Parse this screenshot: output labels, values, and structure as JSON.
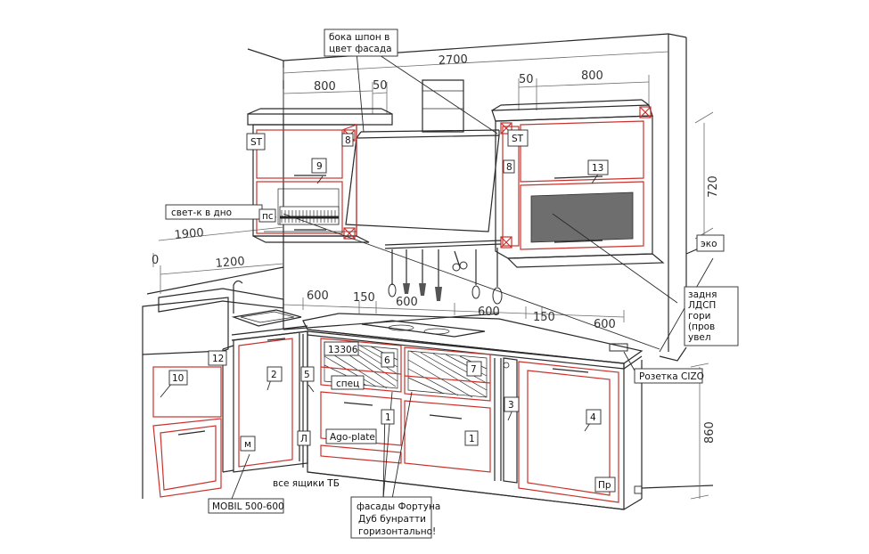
{
  "dimensions": {
    "total_width": "2700",
    "upper_left_width": "800",
    "upper_left_gap": "50",
    "upper_right_gap": "50",
    "upper_right_width": "800",
    "upper_height": "720",
    "left_run": "1900",
    "left_sub": "1200",
    "left_edge": "0",
    "counter_a": "600",
    "counter_b": "150",
    "counter_c": "600",
    "counter_d": "600",
    "counter_e": "150",
    "counter_f": "600",
    "base_height": "860"
  },
  "callouts": {
    "side_veneer": [
      "бока шпон в",
      "цвет фасада"
    ],
    "under_light": "свет-к в дно",
    "socket": "Розетка CIZO",
    "right_cut_1": "эко",
    "right_cut_2": [
      "задня",
      "ЛДСП",
      "гори",
      "(пров",
      "увел"
    ],
    "all_drawers": "все ящики ТБ",
    "mobil": "MOBIL 500-600",
    "facade": [
      "фасады Фортуна",
      "Дуб бунратти",
      "горизонтально!"
    ],
    "ago": "Ago-plate",
    "spec": "спец",
    "code": "13306"
  },
  "tags": {
    "st_left": "ST",
    "st_right": "ST",
    "n8_left": "8",
    "n8_right": "8",
    "n9": "9",
    "n13": "13",
    "ps": "пс",
    "n12": "12",
    "n10": "10",
    "n2": "2",
    "n5": "5",
    "m": "м",
    "l": "Л",
    "n6": "6",
    "n7": "7",
    "n1a": "1",
    "n1b": "1",
    "n3": "3",
    "n4": "4",
    "pr": "Пр"
  }
}
